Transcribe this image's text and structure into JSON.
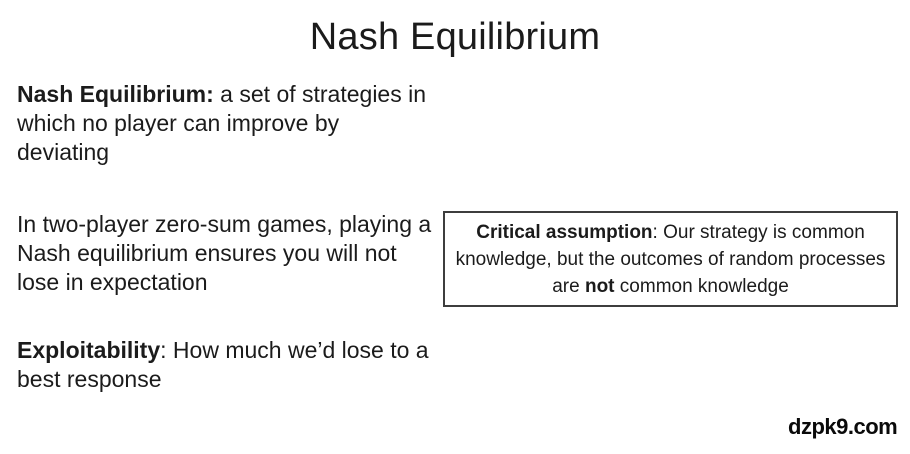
{
  "slide": {
    "title": "Nash Equilibrium",
    "background_color": "#ffffff",
    "text_color": "#1b1b1b"
  },
  "body": {
    "paragraphs": [
      {
        "lead": "Nash Equilibrium:",
        "rest": " a set of strategies in which no player can improve by deviating"
      },
      {
        "lead": "",
        "rest": "In two-player zero-sum games, playing a Nash equilibrium ensures you will not lose in expectation"
      },
      {
        "lead": "Exploitability",
        "rest": ": How much we’d lose to a best response"
      }
    ]
  },
  "callout": {
    "lead": "Critical assumption",
    "part1": ": Our strategy is common knowledge, but the outcomes of random processes are ",
    "emph": "not",
    "part2": " common knowledge",
    "border_color": "#3d3d3d"
  },
  "watermark": {
    "text": "dzpk9.com"
  }
}
